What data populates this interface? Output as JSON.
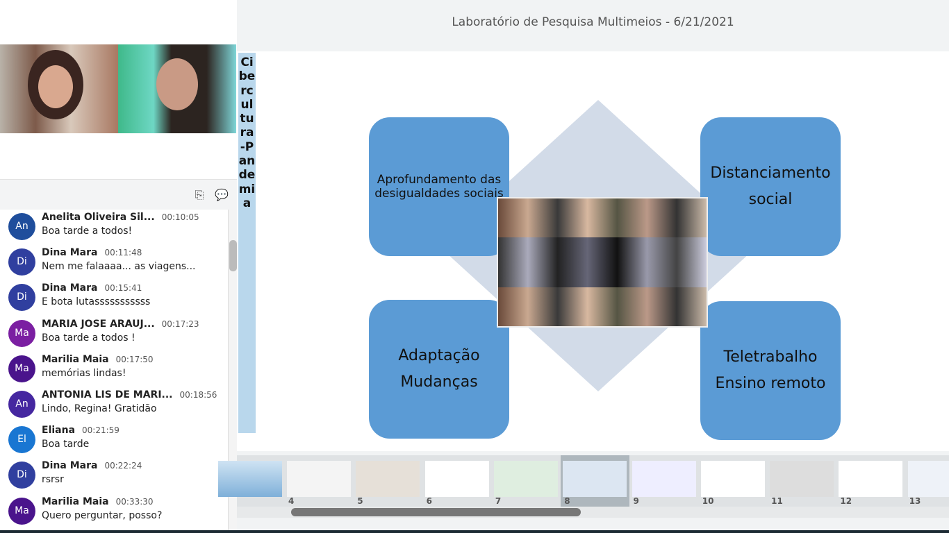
{
  "presentation": {
    "title": "Laboratório de Pesquisa Multimeios - 6/21/2021"
  },
  "slide": {
    "vertical_title": "Cibercultura-Pandemia",
    "boxes": [
      "Aprofundamento das desigualdades sociais",
      "Distanciamento social",
      "Adaptação Mudanças",
      "Teletrabalho Ensino remoto"
    ]
  },
  "thumbnails": [
    "4",
    "5",
    "6",
    "7",
    "8",
    "9",
    "10",
    "11",
    "12",
    "13"
  ],
  "selected_slide": "8",
  "chat": {
    "messages": [
      {
        "initials": "An",
        "color": "#1f4e9c",
        "name": "Anelita Oliveira Sil...",
        "time": "00:10:05",
        "text": "Boa tarde a todos!"
      },
      {
        "initials": "Di",
        "color": "#303f9f",
        "name": "Dina Mara",
        "time": "00:11:48",
        "text": "Nem me falaaaa... as viagens..."
      },
      {
        "initials": "Di",
        "color": "#303f9f",
        "name": "Dina Mara",
        "time": "00:15:41",
        "text": "E bota lutasssssssssss"
      },
      {
        "initials": "Ma",
        "color": "#7b1fa2",
        "name": "MARIA JOSE ARAUJ...",
        "time": "00:17:23",
        "text": "Boa tarde a todos !"
      },
      {
        "initials": "Ma",
        "color": "#4a148c",
        "name": "Marilia Maia",
        "time": "00:17:50",
        "text": "memórias lindas!"
      },
      {
        "initials": "An",
        "color": "#4527a0",
        "name": "ANTONIA LIS DE MARI...",
        "time": "00:18:56",
        "text": "Lindo, Regina! Gratidão"
      },
      {
        "initials": "El",
        "color": "#1976d2",
        "name": "Eliana",
        "time": "00:21:59",
        "text": "Boa tarde"
      },
      {
        "initials": "Di",
        "color": "#303f9f",
        "name": "Dina Mara",
        "time": "00:22:24",
        "text": "rsrsr"
      },
      {
        "initials": "Ma",
        "color": "#4a148c",
        "name": "Marilia Maia",
        "time": "00:33:30",
        "text": "Quero perguntar, posso?"
      }
    ]
  }
}
